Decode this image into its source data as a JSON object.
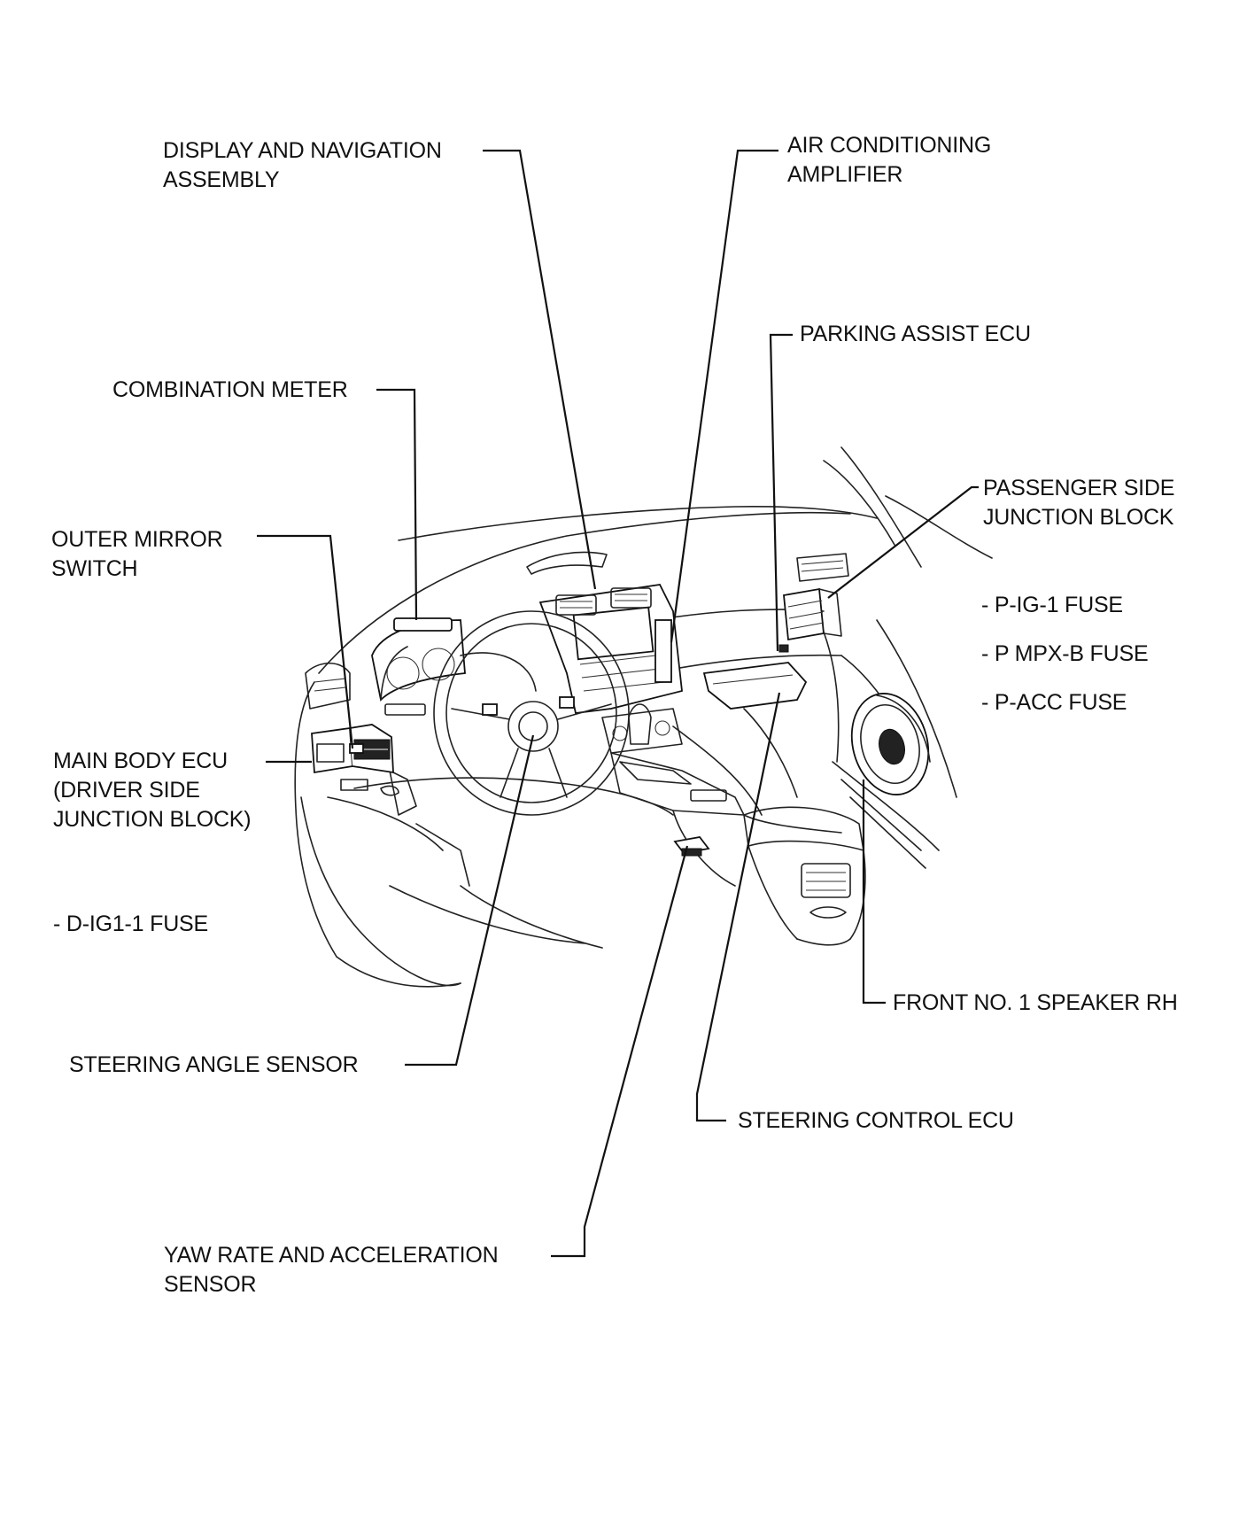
{
  "labels": {
    "display_nav": [
      "DISPLAY AND NAVIGATION",
      "ASSEMBLY"
    ],
    "ac_amp": [
      "AIR CONDITIONING",
      "AMPLIFIER"
    ],
    "parking_assist": [
      "PARKING ASSIST ECU"
    ],
    "combination_meter": [
      "COMBINATION METER"
    ],
    "passenger_jb": [
      "PASSENGER SIDE",
      "JUNCTION BLOCK"
    ],
    "passenger_fuses": [
      "- P-IG-1 FUSE",
      "- P MPX-B FUSE",
      "- P-ACC FUSE"
    ],
    "outer_mirror": [
      "OUTER MIRROR",
      "SWITCH"
    ],
    "main_body_ecu": [
      "MAIN BODY ECU",
      "(DRIVER SIDE",
      "JUNCTION BLOCK)"
    ],
    "driver_fuse": [
      "- D-IG1-1 FUSE"
    ],
    "front_speaker": [
      "FRONT NO. 1 SPEAKER RH"
    ],
    "steering_angle": [
      "STEERING ANGLE SENSOR"
    ],
    "steering_control": [
      "STEERING CONTROL ECU"
    ],
    "yaw_rate": [
      "YAW RATE AND ACCELERATION",
      "SENSOR"
    ]
  }
}
